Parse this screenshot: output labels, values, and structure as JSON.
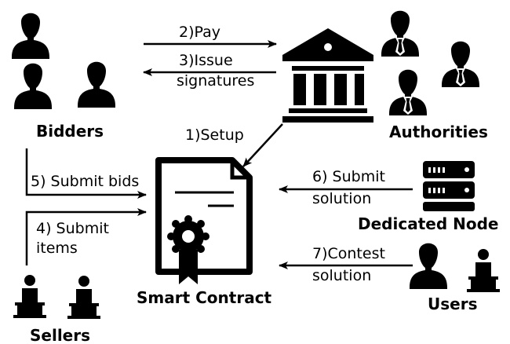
{
  "entities": {
    "bidders": "Bidders",
    "authorities": "Authorities",
    "smart_contract": "Smart Contract",
    "dedicated_node": "Dedicated Node",
    "sellers": "Sellers",
    "users": "Users"
  },
  "steps": {
    "pay": "2)Pay",
    "issue_line1": "3)Issue",
    "issue_line2": "signatures",
    "setup": "1)Setup",
    "submit_bids": "5) Submit bids",
    "submit_items_line1": "4) Submit",
    "submit_items_line2": "items",
    "submit_solution_line1": "6) Submit",
    "submit_solution_line2": "solution",
    "contest_line1": "7)Contest",
    "contest_line2": "solution"
  },
  "icons": {
    "bidders": "person-icon",
    "authorities": "person-with-tie-icon",
    "authority_building": "bank-icon",
    "contract": "certificate-document-icon",
    "dedicated_node": "server-icon",
    "sellers": "person-at-desk-icon",
    "users": "person-icon"
  },
  "colors": {
    "ink": "#000000",
    "background": "#ffffff"
  }
}
